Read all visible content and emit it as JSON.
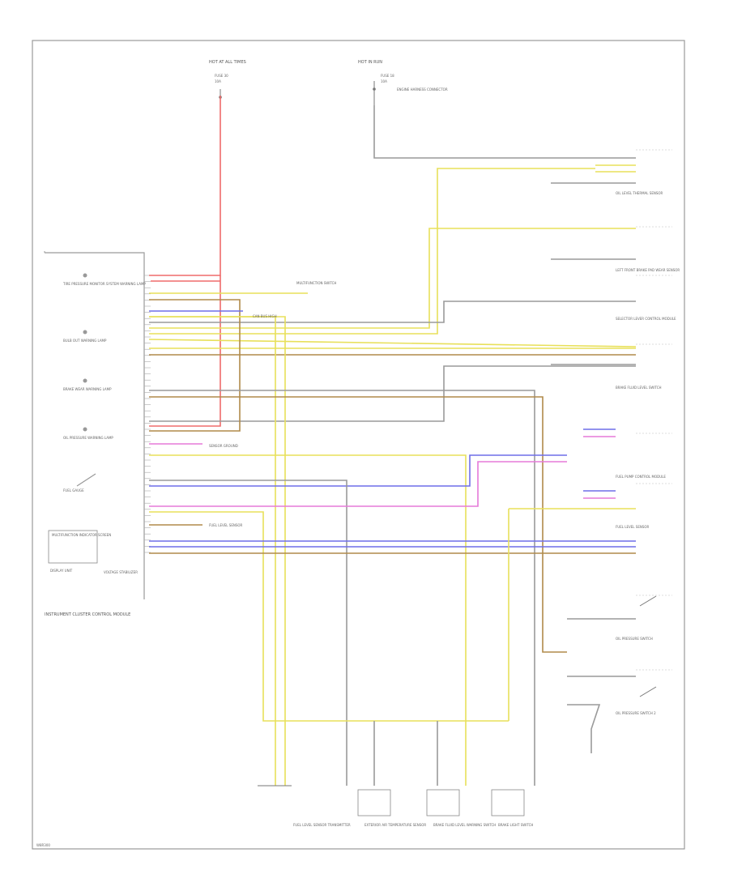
{
  "figure_code": "W8R300",
  "fuse_left": {
    "title": "HOT AT ALL TIMES",
    "fuse": "FUSE 30",
    "amps": "10A"
  },
  "fuse_right": {
    "title": "HOT IN RUN",
    "fuse": "FUSE 18",
    "amps": "10A",
    "note": "ENGINE HARNESS CONNECTOR"
  },
  "cluster": {
    "name": "INSTRUMENT CLUSTER CONTROL MODULE",
    "display": "DISPLAY UNIT",
    "indicators": [
      "TIRE PRESSURE MONITOR SYSTEM WARNING LAMP",
      "BULB OUT WARNING LAMP",
      "BRAKE WEAR WARNING LAMP",
      "OIL PRESSURE WARNING LAMP",
      "FUEL GAUGE",
      "MULTIFUNCTION INDICATOR SCREEN",
      "VOLTAGE STABILIZER"
    ]
  },
  "wire_colors": {
    "red": "#ef6b6b",
    "yellow": "#e8e05a",
    "brown": "#b08a4a",
    "blue": "#6f6fe8",
    "pink": "#e57ad8",
    "gray": "#9a9a9a",
    "black": "#333333"
  },
  "splice_labels": [
    "CAN BUS HIGH",
    "SENSOR GROUND",
    "FUEL LEVEL SENSOR",
    "MULTIFUNCTION SWITCH"
  ],
  "components_right": [
    "OIL LEVEL THERMAL SENSOR",
    "LEFT FRONT BRAKE PAD WEAR SENSOR",
    "SELECTOR LEVER CONTROL MODULE",
    "BRAKE FLUID LEVEL SWITCH",
    "FUEL PUMP CONTROL MODULE",
    "FUEL LEVEL SENSOR",
    "OIL PRESSURE SWITCH",
    "OIL PRESSURE SWITCH 2"
  ],
  "components_bottom": [
    "FUEL LEVEL SENSOR TRANSMITTER",
    "EXTERIOR AIR TEMPERATURE SENSOR",
    "BRAKE FLUID LEVEL WARNING SWITCH",
    "BRAKE LIGHT SWITCH"
  ]
}
